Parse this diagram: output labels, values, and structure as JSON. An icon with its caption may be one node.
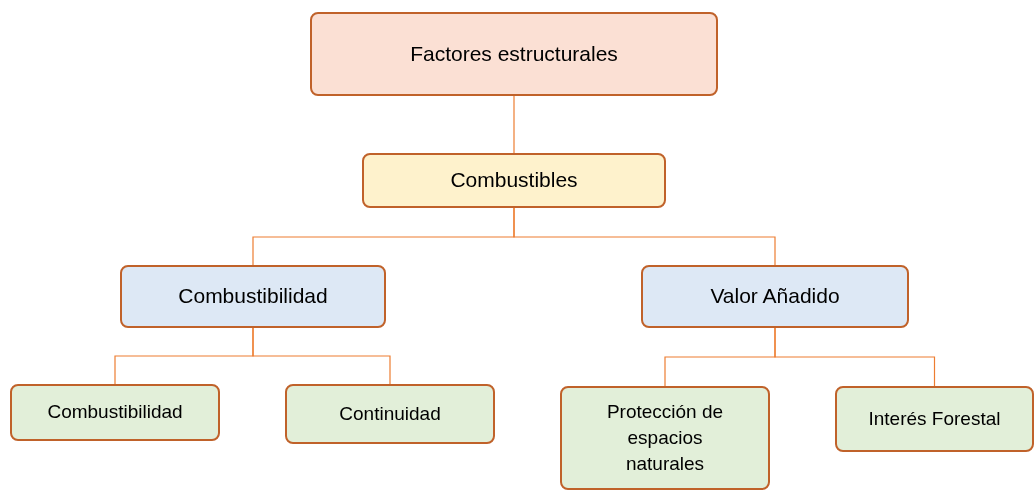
{
  "diagram": {
    "nodes": [
      {
        "text": [
          "Factores estructurales"
        ]
      },
      {
        "text": [
          "Combustibles"
        ]
      },
      {
        "text": [
          "Combustibilidad"
        ]
      },
      {
        "text": [
          "Valor Añadido"
        ]
      },
      {
        "text": [
          "Combustibilidad"
        ]
      },
      {
        "text": [
          "Continuidad"
        ]
      },
      {
        "text": [
          "Protección de espacios naturales"
        ]
      },
      {
        "text": [
          "Interés Forestal"
        ]
      }
    ],
    "edges": [
      {
        "from": 0,
        "to": 1,
        "arrow": "none"
      },
      {
        "from": 1,
        "to": 2,
        "arrow": "none"
      },
      {
        "from": 1,
        "to": 3,
        "arrow": "none"
      },
      {
        "from": 2,
        "to": 4,
        "arrow": "none"
      },
      {
        "from": 2,
        "to": 5,
        "arrow": "none"
      },
      {
        "from": 3,
        "to": 6,
        "arrow": "none"
      },
      {
        "from": 3,
        "to": 7,
        "arrow": "none"
      }
    ]
  }
}
